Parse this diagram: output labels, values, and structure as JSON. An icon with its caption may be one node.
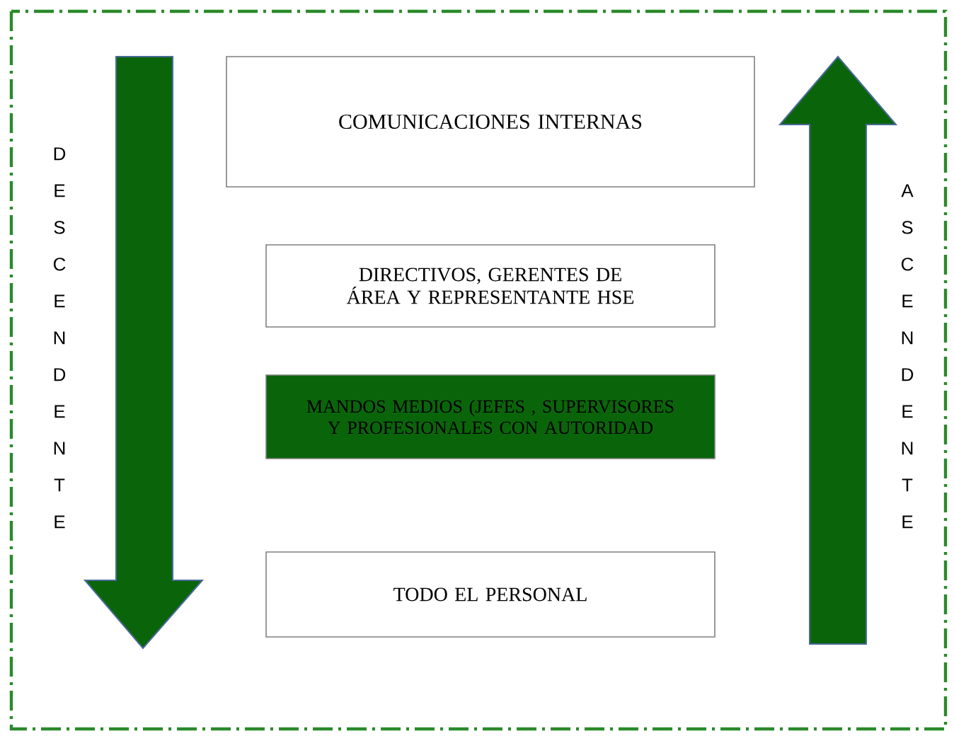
{
  "diagram": {
    "nodes": [
      {
        "text": [
          "COMUNICACIONES INTERNAS"
        ]
      },
      {
        "text": [
          "DIRECTIVOS, GERENTES DE ÁREA Y REPRESENTANTE HSE"
        ]
      },
      {
        "text": [
          "MANDOS MEDIOS (JEFES , SUPERVISORES Y PROFESIONALES CON AUTORIDAD"
        ]
      },
      {
        "text": [
          "TODO EL PERSONAL"
        ]
      }
    ],
    "edges": [],
    "labels": [
      "DESCENDENTE",
      "ASCENDENTE"
    ]
  }
}
